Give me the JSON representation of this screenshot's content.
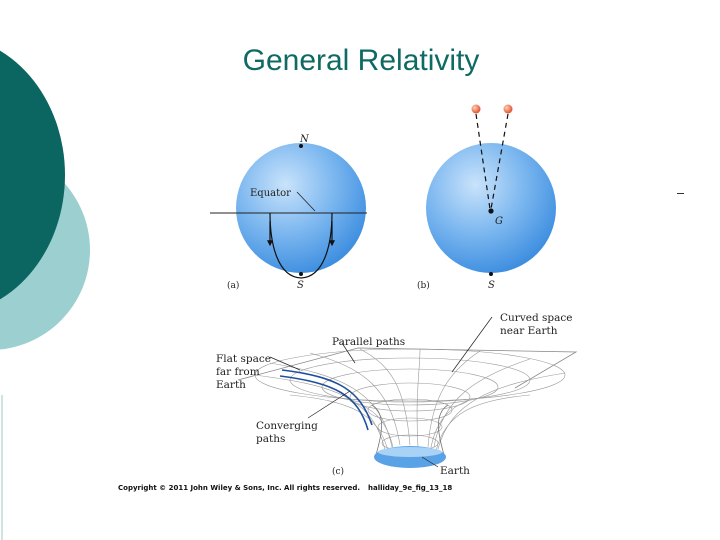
{
  "slide": {
    "title": "General Relativity",
    "stray_mark": "–"
  },
  "figure": {
    "panel_a": {
      "tag": "(a)",
      "north": "N",
      "south": "S",
      "equator": "Equator"
    },
    "panel_b": {
      "tag": "(b)",
      "point": "G",
      "south": "S"
    },
    "panel_c": {
      "tag": "(c)",
      "parallel_paths": "Parallel paths",
      "curved_space": [
        "Curved space",
        "near Earth"
      ],
      "flat_space": [
        "Flat space",
        "far from",
        "Earth"
      ],
      "converging": [
        "Converging",
        "paths"
      ],
      "earth": "Earth"
    }
  },
  "footer": {
    "copyright": "Copyright © 2011 John Wiley & Sons, Inc. All rights reserved.",
    "figure_id": "halliday_9e_fig_13_18"
  },
  "colors": {
    "teal_dark": "#0b6560",
    "teal_light": "#9ccfcf",
    "sphere_light": "#c9e3fb",
    "sphere_dark": "#3f8fe0"
  }
}
